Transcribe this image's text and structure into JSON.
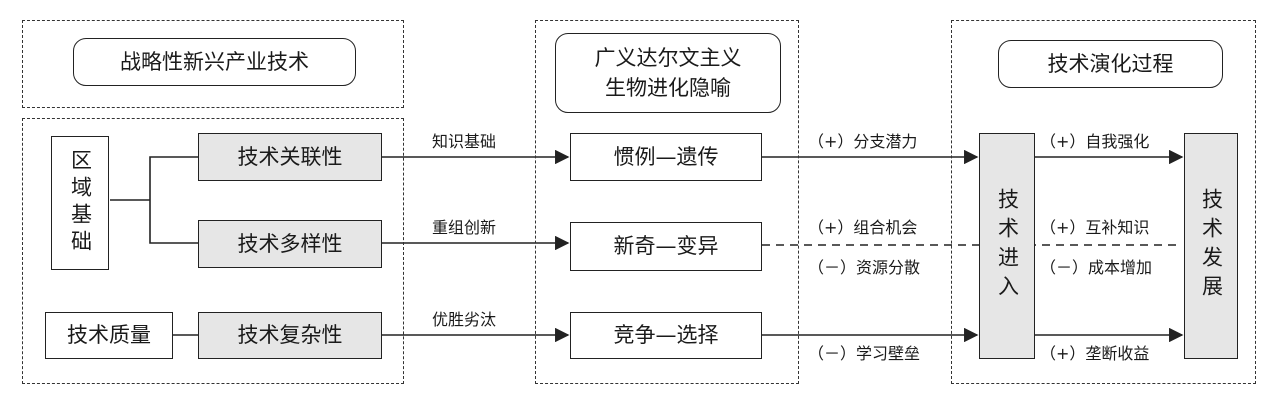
{
  "panels": {
    "left_title": "战略性新兴产业技术",
    "mid_title": "广义达尔文主义\n生物进化隐喻",
    "right_title": "技术演化过程"
  },
  "left": {
    "region_basis": "区域基础",
    "tech_quality": "技术质量",
    "relatedness": "技术关联性",
    "diversity": "技术多样性",
    "complexity": "技术复杂性"
  },
  "middle": {
    "routine": "惯例—遗传",
    "novelty": "新奇—变异",
    "competition": "竞争—选择"
  },
  "right": {
    "entry": "技术进入",
    "development": "技术发展"
  },
  "labels": {
    "knowledge_base": "知识基础",
    "recombination": "重组创新",
    "survival": "优胜劣汰",
    "branch_potential": "（+）分支潜力",
    "combo_opportunity": "（+）组合机会",
    "resource_dispersion": "（－）资源分散",
    "learning_barrier": "（－）学习壁垒",
    "self_reinforce": "（+）自我强化",
    "complementary_knowledge": "（+）互补知识",
    "cost_increase": "（－）成本增加",
    "monopoly_gain": "（+）垄断收益"
  }
}
